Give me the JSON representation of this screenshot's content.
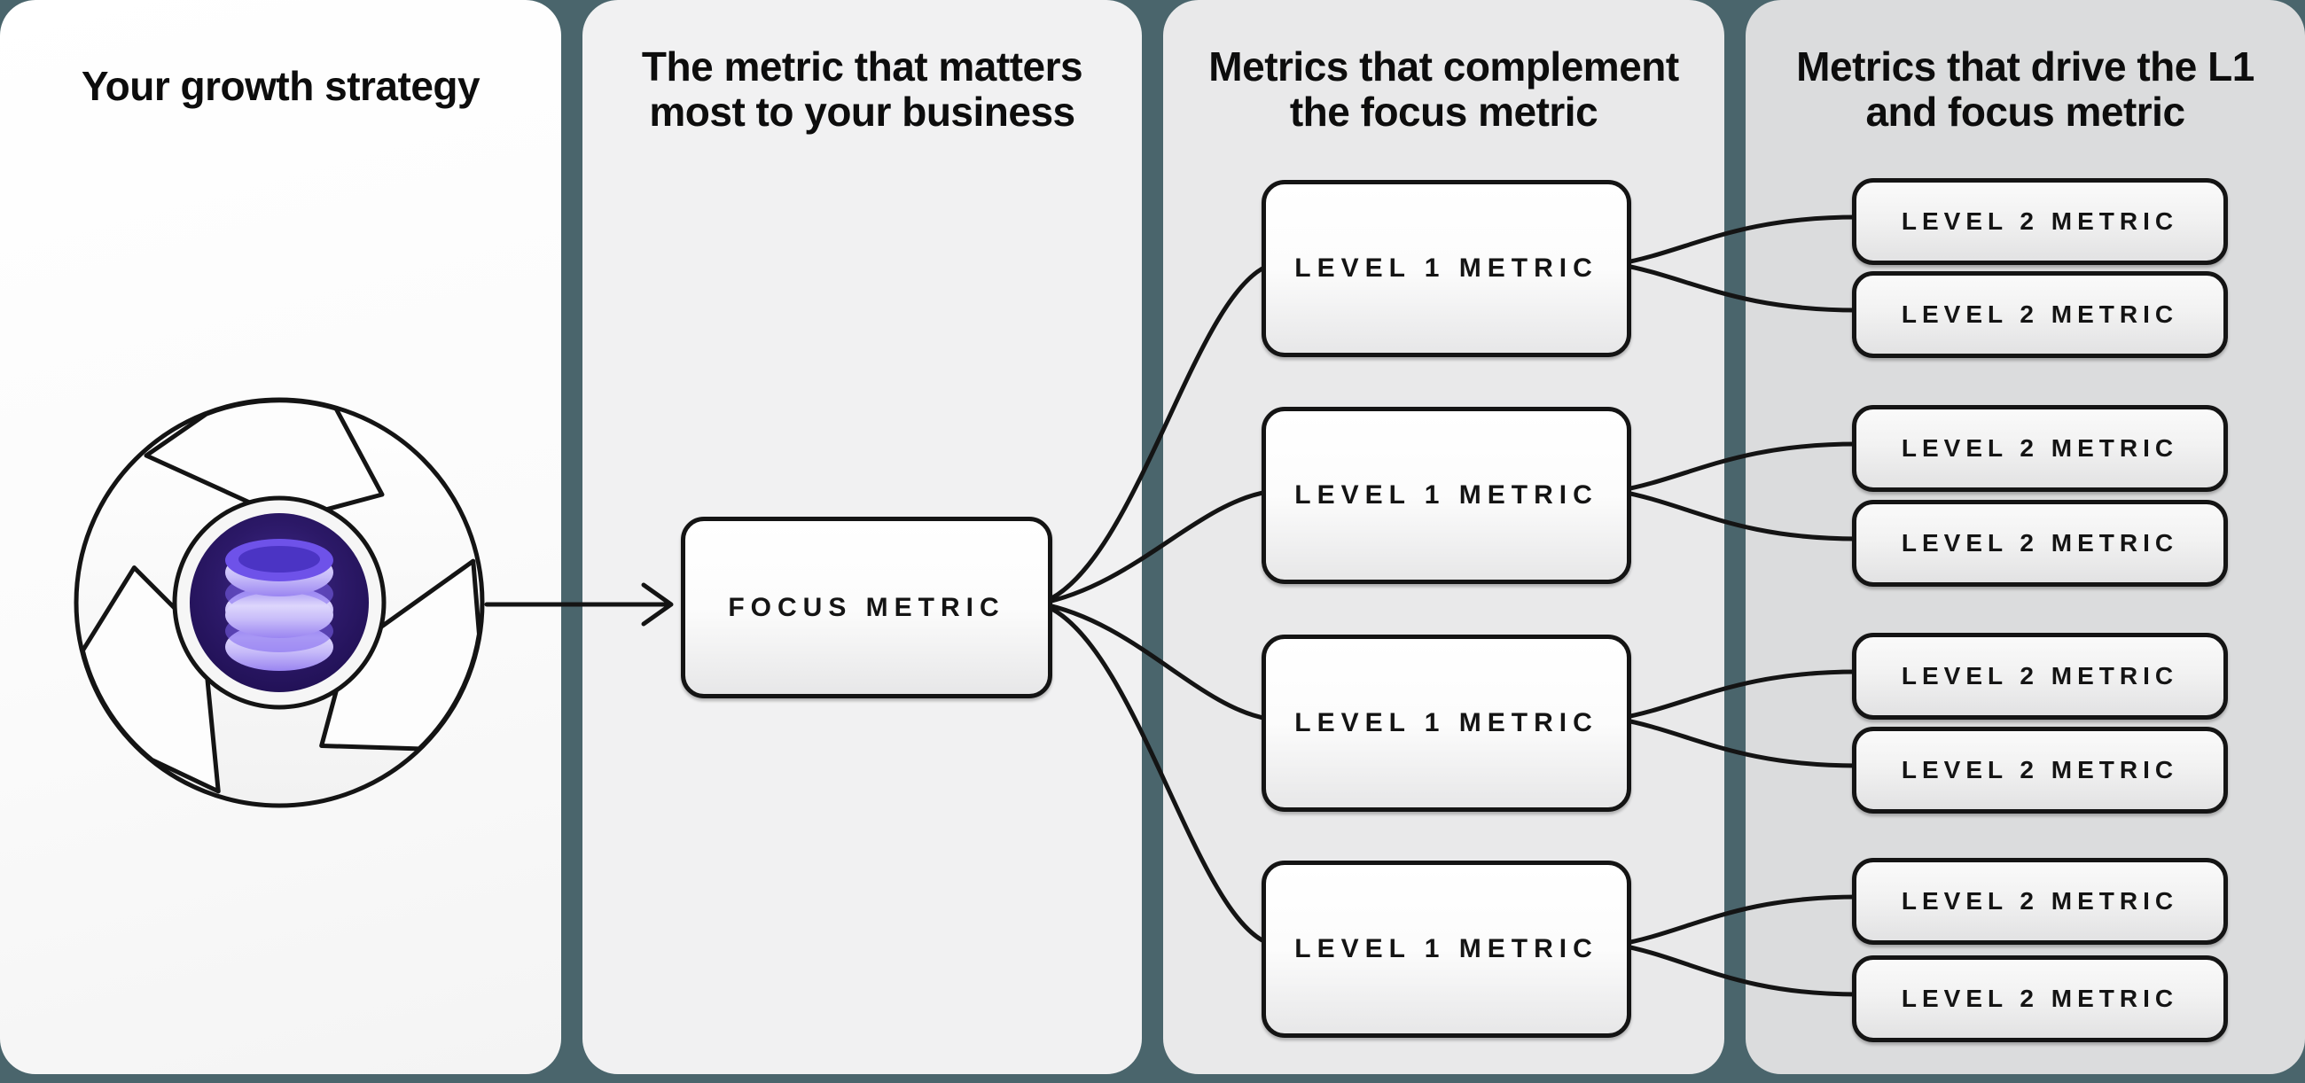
{
  "colors": {
    "background_teal": "#4a656c",
    "ink": "#141414",
    "panel1_bg": "#fbfbfb",
    "panel2_bg": "#f1f1f2",
    "panel3_bg": "#e9e9ea",
    "panel4_bg": "#dbdcdd",
    "core_purple_dark": "#241357",
    "core_purple_light": "#3f2a8a",
    "database_lavender": "#cabffa",
    "database_purple": "#6e52e9"
  },
  "panels": [
    {
      "heading": "Your growth strategy"
    },
    {
      "heading": "The metric that matters\nmost to your business"
    },
    {
      "heading": "Metrics that complement\nthe focus metric"
    },
    {
      "heading": "Metrics that drive the L1\nand focus metric"
    }
  ],
  "focus_metric": {
    "label": "FOCUS METRIC"
  },
  "level1_metrics": [
    {
      "label": "LEVEL 1 METRIC"
    },
    {
      "label": "LEVEL 1 METRIC"
    },
    {
      "label": "LEVEL 1 METRIC"
    },
    {
      "label": "LEVEL 1 METRIC"
    }
  ],
  "level2_metrics": [
    {
      "label": "LEVEL 2 METRIC"
    },
    {
      "label": "LEVEL 2 METRIC"
    },
    {
      "label": "LEVEL 2 METRIC"
    },
    {
      "label": "LEVEL 2 METRIC"
    },
    {
      "label": "LEVEL 2 METRIC"
    },
    {
      "label": "LEVEL 2 METRIC"
    },
    {
      "label": "LEVEL 2 METRIC"
    },
    {
      "label": "LEVEL 2 METRIC"
    }
  ],
  "icons": {
    "flywheel": "growth-flywheel-icon",
    "database": "database-icon",
    "arrow": "arrow-right-icon"
  }
}
